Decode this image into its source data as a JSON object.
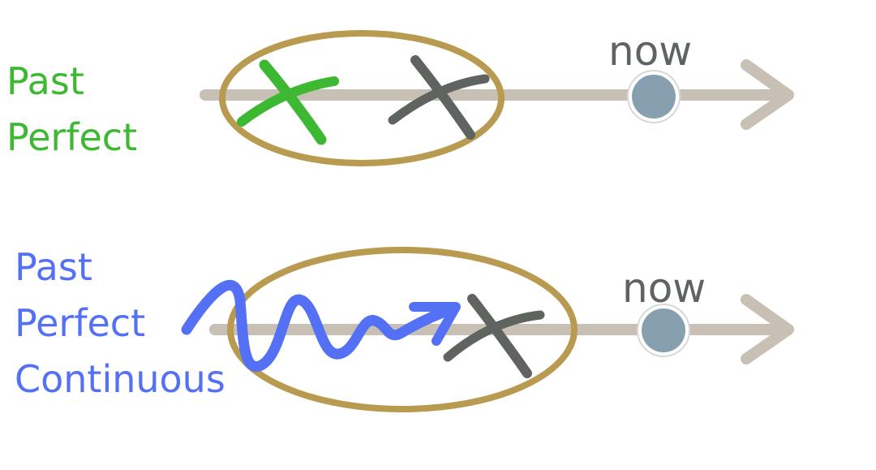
{
  "rows": [
    {
      "label_lines": [
        "Past",
        "Perfect"
      ],
      "now_label": "now",
      "label_color": "#3cb832"
    },
    {
      "label_lines": [
        "Past",
        "Perfect",
        "Continuous"
      ],
      "now_label": "now",
      "label_color": "#5470f5"
    }
  ],
  "colors": {
    "timeline": "#c8c0b4",
    "ellipse": "#b89a50",
    "now_dot": "#87a0b0",
    "dark_x": "#5f6460",
    "green_x": "#3cb832",
    "blue_wave": "#5470f5"
  }
}
